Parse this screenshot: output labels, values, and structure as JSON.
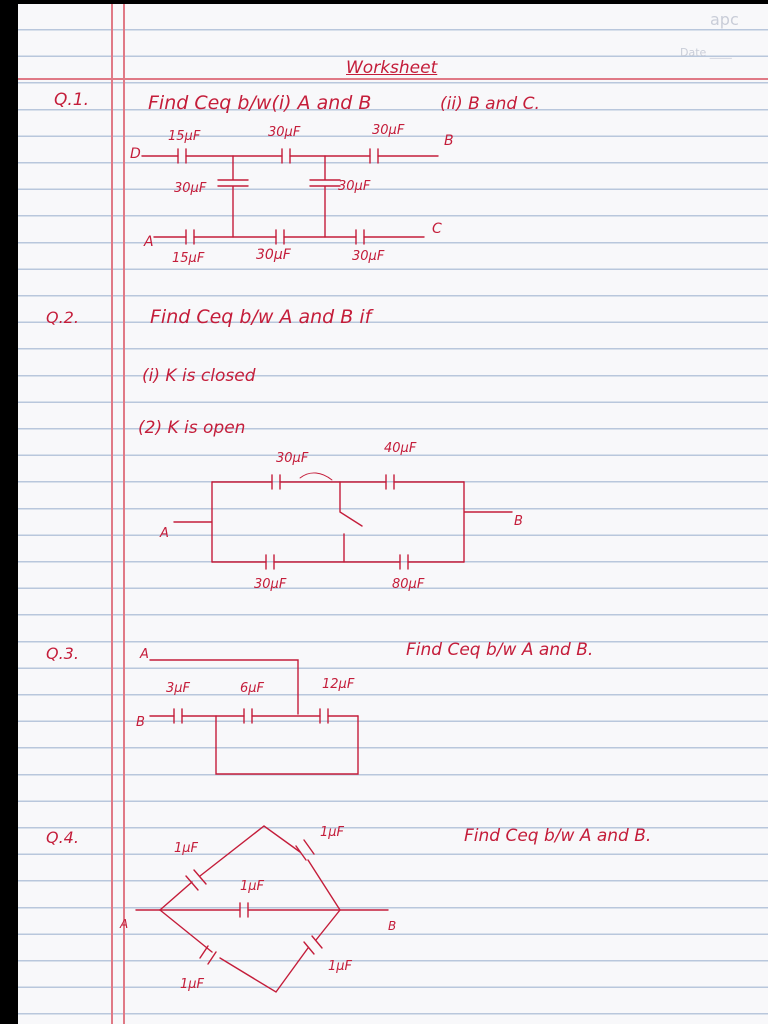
{
  "header": {
    "brand": "apc",
    "date_label": "Date ____"
  },
  "title": "Worksheet",
  "questions": [
    {
      "number": "Q.1.",
      "prompt": "Find Ceq b/w(i) A and B",
      "prompt2": "(ii) B and C.",
      "nodes": [
        "D",
        "B",
        "A",
        "C"
      ],
      "capacitors": [
        "15µF",
        "30µF",
        "30µF",
        "30µF",
        "30µF",
        "15µF",
        "30µF",
        "30µF"
      ]
    },
    {
      "number": "Q.2.",
      "prompt": "Find Ceq b/w A and B if",
      "case1": "(i) K is closed",
      "case2": "(2) K is open",
      "nodes": [
        "A",
        "B"
      ],
      "capacitors": [
        "30µF",
        "40µF",
        "30µF",
        "80µF"
      ]
    },
    {
      "number": "Q.3.",
      "prompt": "Find Ceq b/w A and B.",
      "nodes": [
        "A",
        "B"
      ],
      "capacitors": [
        "3µF",
        "6µF",
        "12µF"
      ]
    },
    {
      "number": "Q.4.",
      "prompt": "Find Ceq b/w A and B.",
      "nodes": [
        "A",
        "B"
      ],
      "capacitors": [
        "1µF",
        "1µF",
        "1µF",
        "1µF",
        "1µF"
      ]
    }
  ],
  "colors": {
    "ink": "#c41d3a",
    "rule": "#b9c7dc",
    "margin": "#e07a86",
    "paper": "#f8f8fa"
  }
}
